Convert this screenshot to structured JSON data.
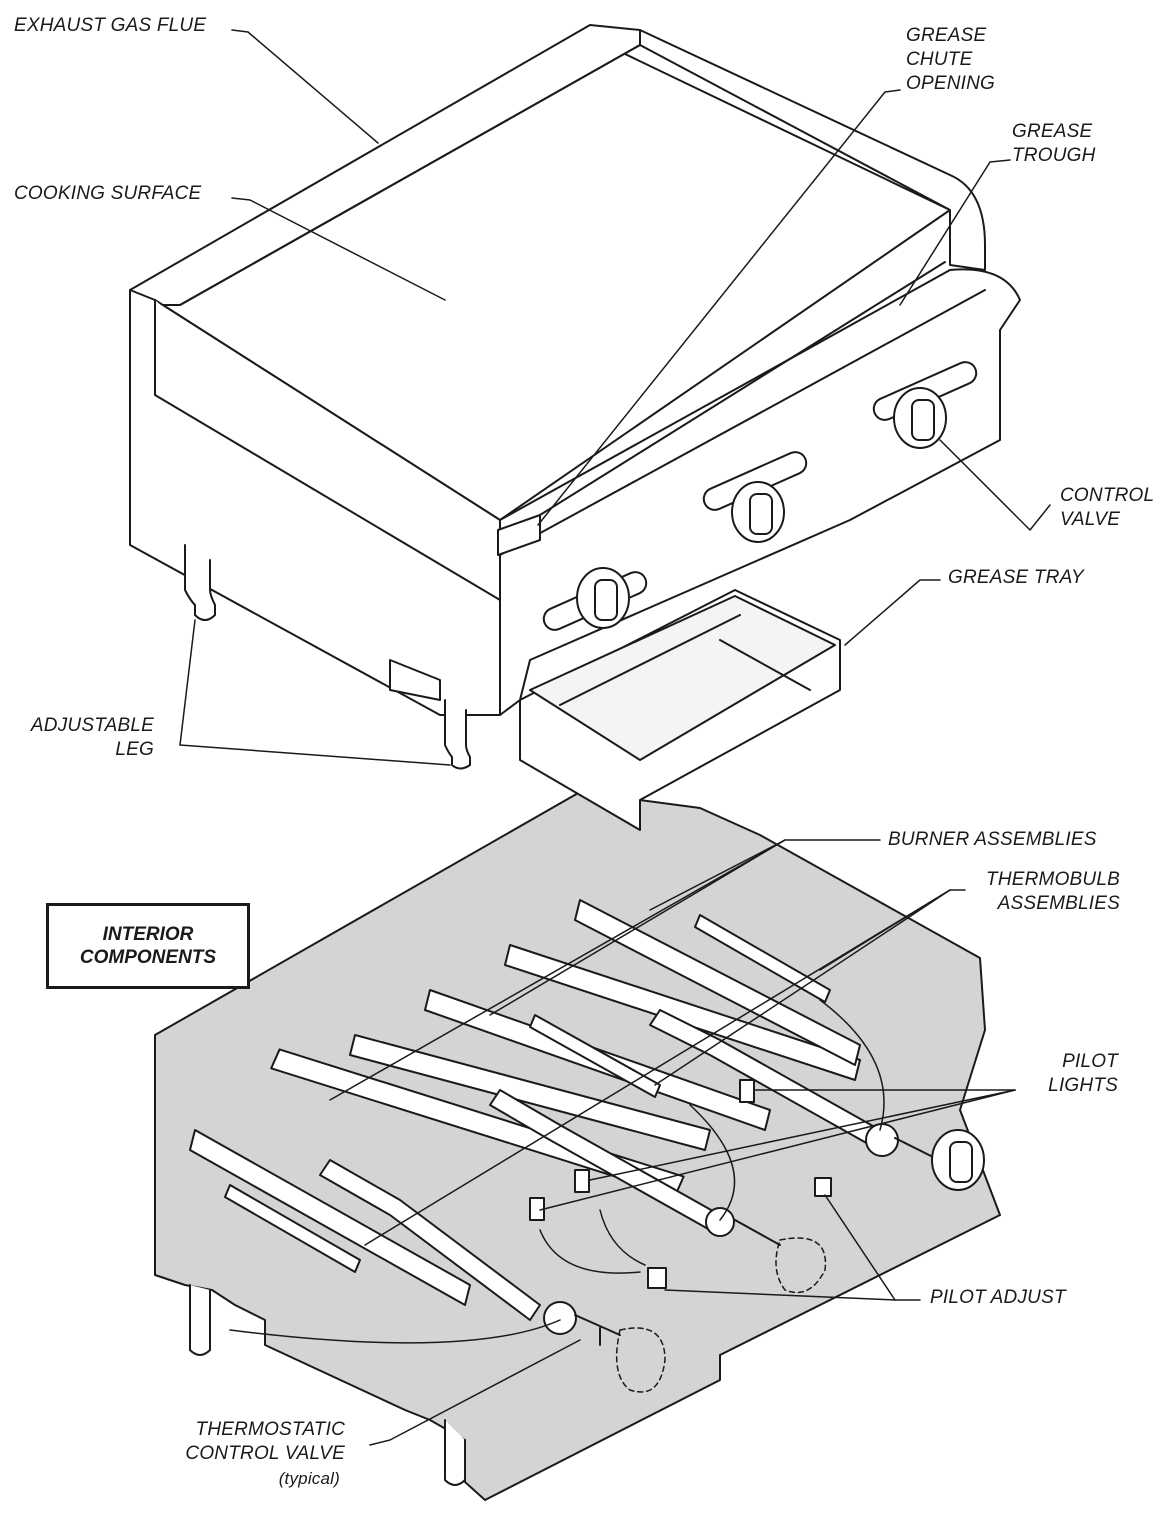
{
  "labels": {
    "exhaust_gas_flue": "EXHAUST GAS FLUE",
    "cooking_surface": "COOKING SURFACE",
    "grease_chute_opening": "GREASE\nCHUTE\nOPENING",
    "grease_trough": "GREASE\nTROUGH",
    "control_valve": "CONTROL\nVALVE",
    "grease_tray": "GREASE TRAY",
    "adjustable_leg": "ADJUSTABLE\nLEG",
    "burner_assemblies": "BURNER ASSEMBLIES",
    "thermobulb_assemblies": "THERMOBULB\nASSEMBLIES",
    "pilot_lights": "PILOT\nLIGHTS",
    "pilot_adjust": "PILOT ADJUST",
    "thermostatic_control_valve": "THERMOSTATIC\nCONTROL VALVE",
    "typical": "(typical)"
  },
  "interior_box": {
    "title": "INTERIOR\nCOMPONENTS"
  },
  "colors": {
    "line": "#1a1a1a",
    "panel_fill": "#d4d4d4",
    "metal_fill": "#ffffff"
  }
}
